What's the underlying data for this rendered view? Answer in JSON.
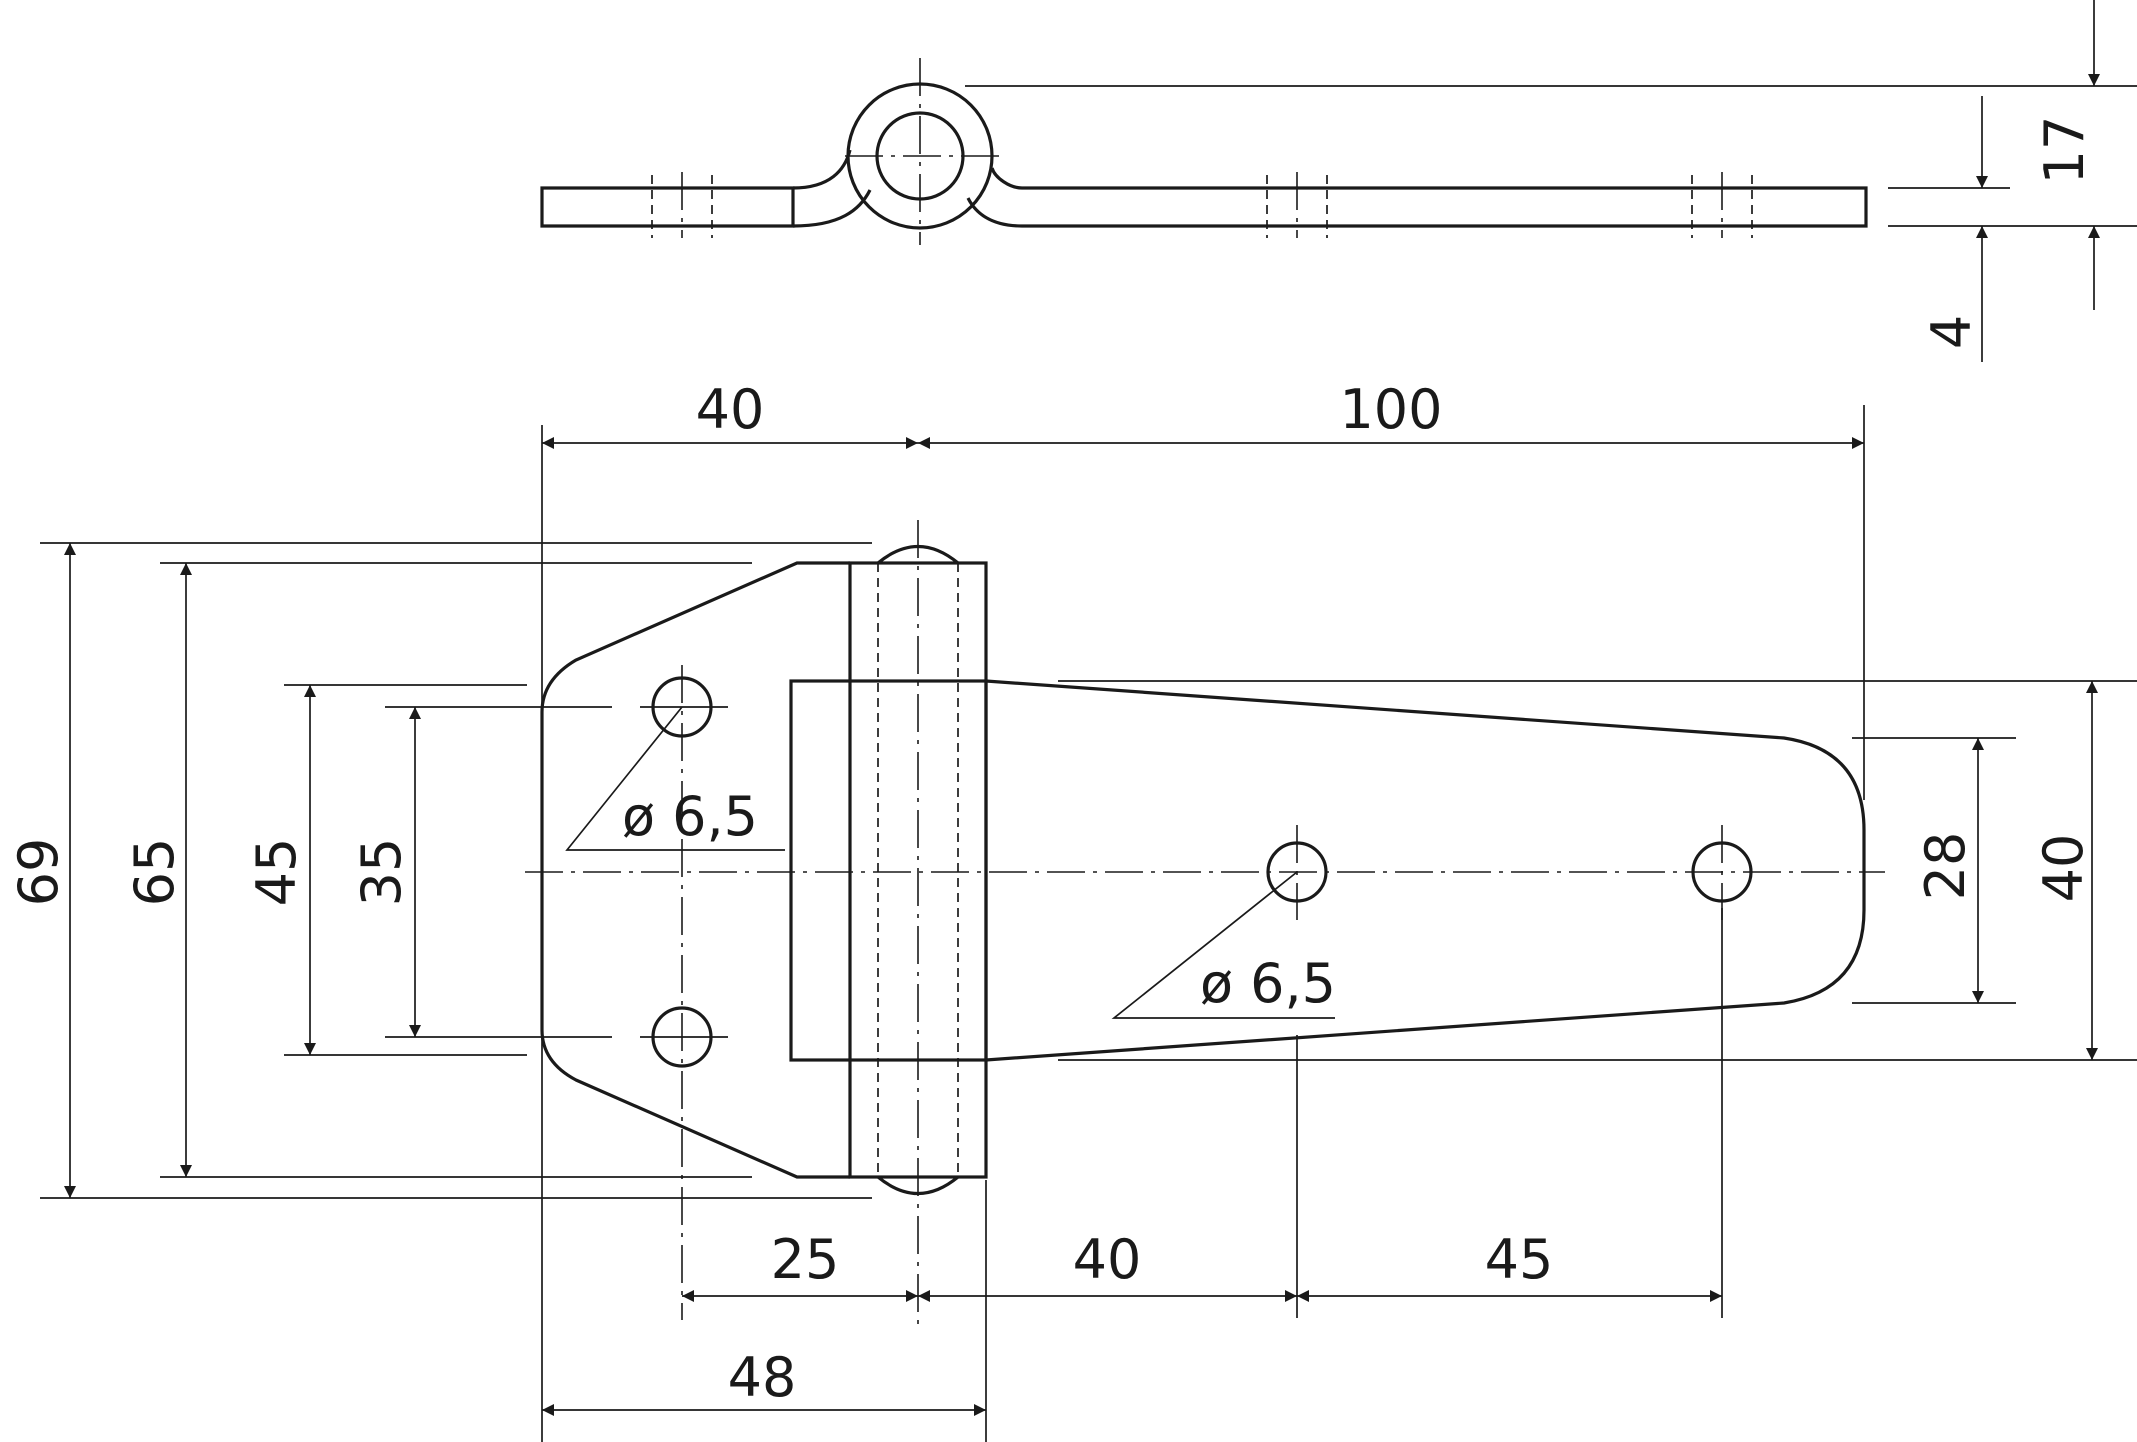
{
  "drawing": {
    "ink_color": "#1a1a1a",
    "background": "#ffffff",
    "side_view": {
      "dims": {
        "overall_height": "17",
        "plate_thickness": "4"
      }
    },
    "top_view": {
      "dims": {
        "left_leaf_length": "40",
        "right_leaf_length": "100",
        "overall_width": "69",
        "knuckle_length": "65",
        "left_leaf_width": "45",
        "left_hole_spacing": "35",
        "right_leaf_root_width": "40",
        "right_leaf_tip_width": "28",
        "left_hole_offset": "25",
        "right_hole_1_offset": "40",
        "right_hole_spacing": "45",
        "left_leaf_to_knuckle": "48"
      },
      "hole_labels": {
        "left_holes": "ø 6,5",
        "right_holes": "ø 6,5"
      }
    }
  }
}
